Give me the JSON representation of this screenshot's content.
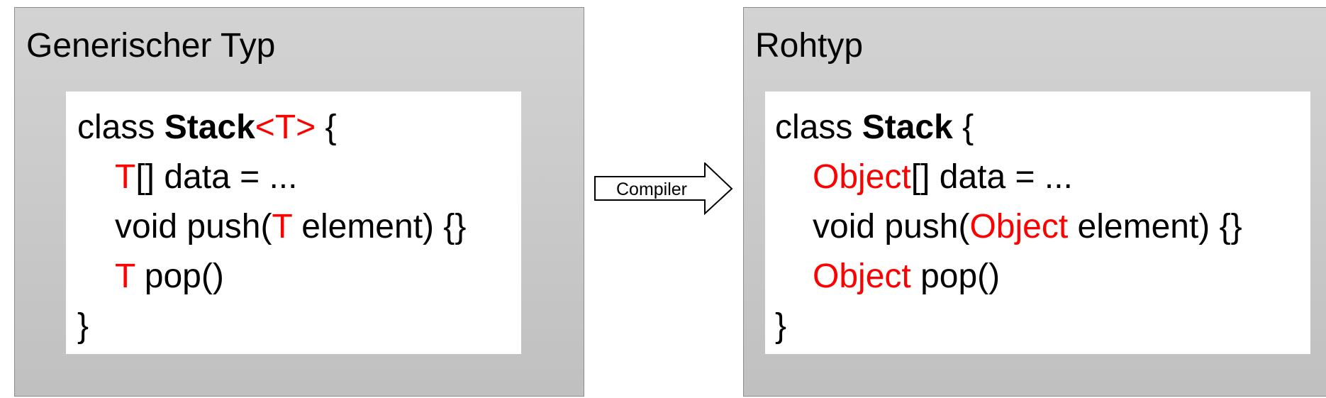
{
  "left_panel": {
    "title": "Generischer Typ",
    "code": {
      "l1_kw": "class ",
      "l1_name": "Stack",
      "l1_generic": "<T>",
      "l1_brace": " {",
      "l2_type": "T",
      "l2_rest": "[] data = ...",
      "l3_pre": "void push(",
      "l3_type": "T",
      "l3_post": " element) {}",
      "l4_type": "T",
      "l4_rest": " pop()",
      "l5": "}"
    }
  },
  "arrow": {
    "label": "Compiler"
  },
  "right_panel": {
    "title": "Rohtyp",
    "code": {
      "l1_kw": "class ",
      "l1_name": "Stack",
      "l1_brace": " {",
      "l2_type": "Object",
      "l2_rest": "[] data = ...",
      "l3_pre": "void push(",
      "l3_type": "Object",
      "l3_post": " element) {}",
      "l4_type": "Object",
      "l4_rest": " pop()",
      "l5": "}"
    }
  },
  "colors": {
    "highlight": "#ff0000",
    "panel_bg": "#cccccc",
    "code_bg": "#ffffff"
  }
}
